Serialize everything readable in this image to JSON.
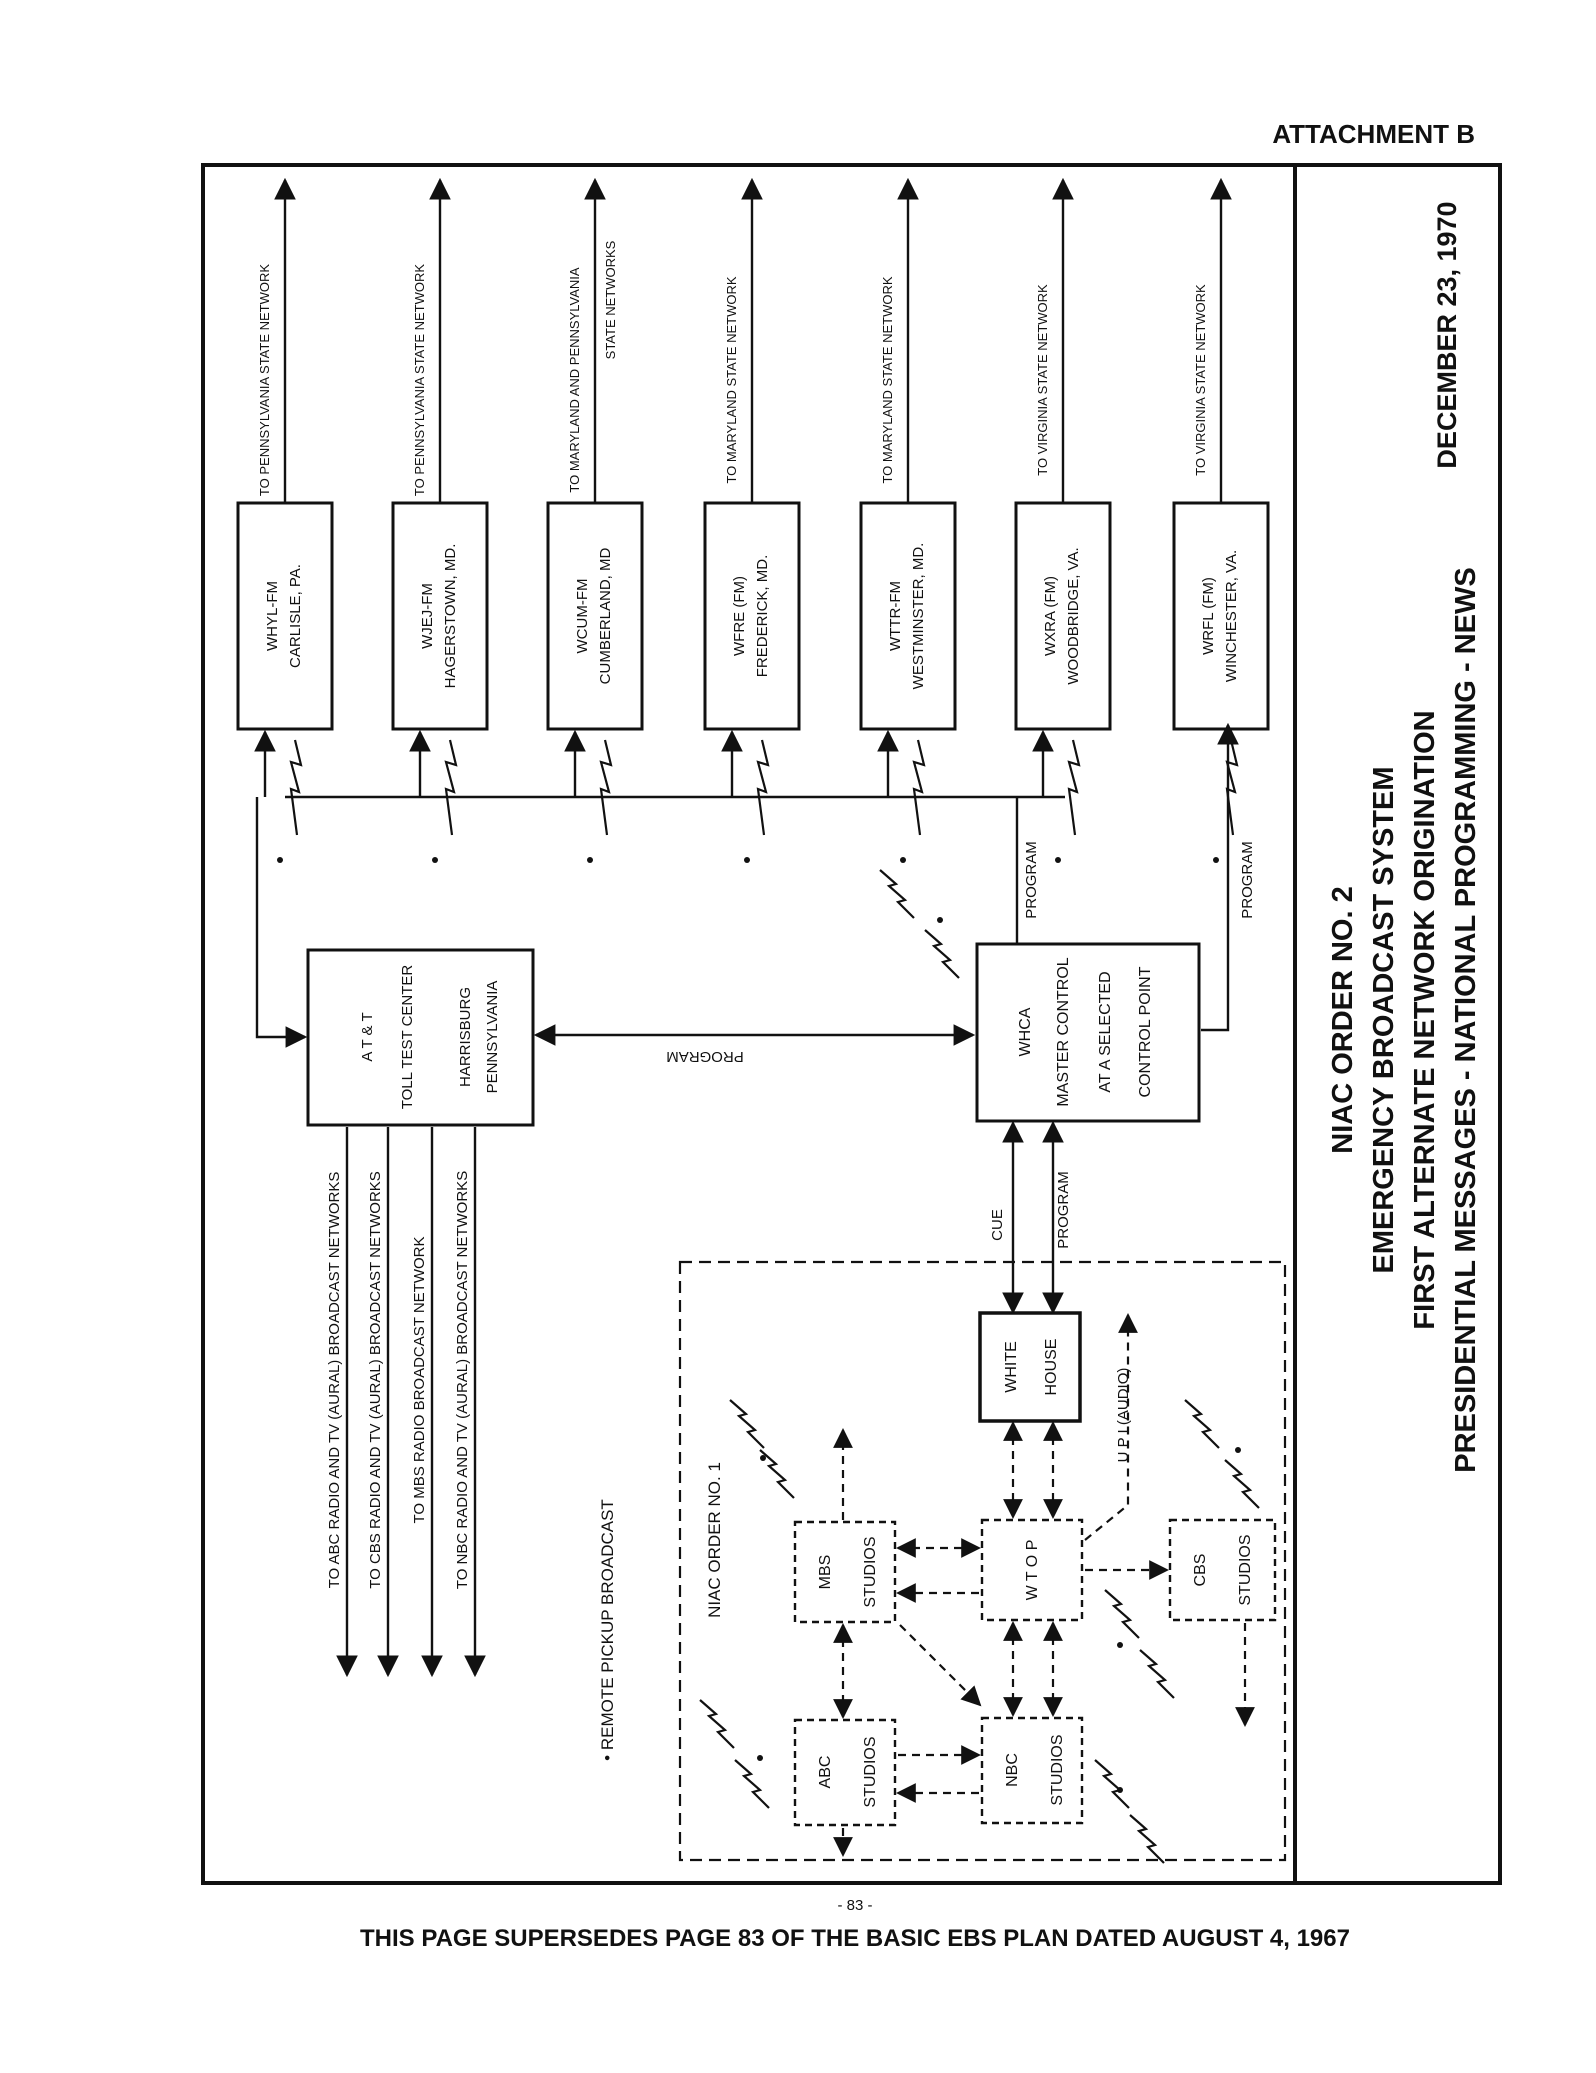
{
  "attachment": "ATTACHMENT B",
  "footer": {
    "page_number": "- 83 -",
    "supersedes": "THIS PAGE SUPERSEDES PAGE 83 OF THE BASIC EBS PLAN DATED AUGUST 4, 1967"
  },
  "title_block": {
    "line1": "NIAC ORDER NO. 2",
    "line2": "EMERGENCY BROADCAST SYSTEM",
    "line3": "FIRST ALTERNATE NETWORK ORIGINATION",
    "line4": "PRESIDENTIAL MESSAGES - NATIONAL PROGRAMMING - NEWS",
    "date": "DECEMBER 23, 1970"
  },
  "stations": [
    {
      "name": "WHYL-FM",
      "location": "CARLISLE, PA.",
      "network": "TO PENNSYLVANIA STATE NETWORK",
      "network2": ""
    },
    {
      "name": "WJEJ-FM",
      "location": "HAGERSTOWN, MD.",
      "network": "TO PENNSYLVANIA STATE NETWORK",
      "network2": ""
    },
    {
      "name": "WCUM-FM",
      "location": "CUMBERLAND, MD",
      "network": "TO MARYLAND AND PENNSYLVANIA",
      "network2": "STATE NETWORKS"
    },
    {
      "name": "WFRE (FM)",
      "location": "FREDERICK, MD.",
      "network": "TO MARYLAND STATE NETWORK",
      "network2": ""
    },
    {
      "name": "WTTR-FM",
      "location": "WESTMINSTER, MD.",
      "network": "TO MARYLAND STATE NETWORK",
      "network2": ""
    },
    {
      "name": "WXRA (FM)",
      "location": "WOODBRIDGE, VA.",
      "network": "TO VIRGINIA STATE NETWORK",
      "network2": ""
    },
    {
      "name": "WRFL (FM)",
      "location": "WINCHESTER, VA.",
      "network": "TO VIRGINIA STATE NETWORK",
      "network2": ""
    }
  ],
  "att": {
    "line1": "A T & T",
    "line2": "TOLL TEST CENTER",
    "line3": "HARRISBURG",
    "line4": "PENNSYLVANIA"
  },
  "whca": {
    "line1": "WHCA",
    "line2": "MASTER CONTROL",
    "line3": "AT A SELECTED",
    "line4": "CONTROL POINT"
  },
  "link_labels": {
    "program": "PROGRAM",
    "cue": "CUE"
  },
  "outbound_networks": [
    "TO ABC RADIO AND TV (AURAL) BROADCAST NETWORKS",
    "TO CBS RADIO AND TV (AURAL) BROADCAST NETWORKS",
    "TO MBS RADIO BROADCAST NETWORK",
    "TO NBC RADIO AND TV (AURAL) BROADCAST NETWORKS"
  ],
  "legend": "• REMOTE PICKUP BROADCAST",
  "niac1": {
    "label": "NIAC ORDER NO. 1",
    "white_house": [
      "WHITE",
      "HOUSE"
    ],
    "wtop": "W T O P",
    "mbs": [
      "MBS",
      "STUDIOS"
    ],
    "abc": [
      "ABC",
      "STUDIOS"
    ],
    "nbc": [
      "NBC",
      "STUDIOS"
    ],
    "cbs": [
      "CBS",
      "STUDIOS"
    ],
    "upi": "U P I (AUDIO)"
  }
}
